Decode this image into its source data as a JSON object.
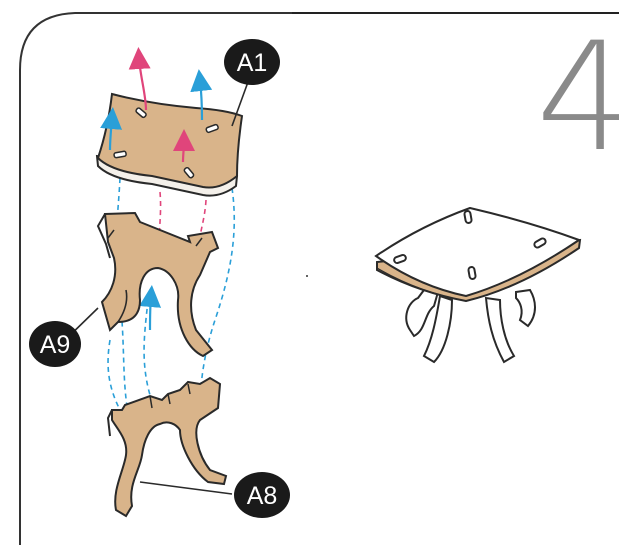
{
  "step": {
    "number": "4"
  },
  "parts": {
    "top_panel": {
      "label": "A1"
    },
    "upper_frame": {
      "label": "A9"
    },
    "lower_frame": {
      "label": "A8"
    }
  },
  "colors": {
    "wood": "#d9b48a",
    "outline": "#2a2a2a",
    "callout_fill": "#1a1a1a",
    "arrow_pink": "#e0457b",
    "arrow_blue": "#2a9fd8",
    "step_number": "#8a8a8a"
  },
  "icons": [
    "assembly-arrow-pink",
    "assembly-arrow-blue"
  ]
}
